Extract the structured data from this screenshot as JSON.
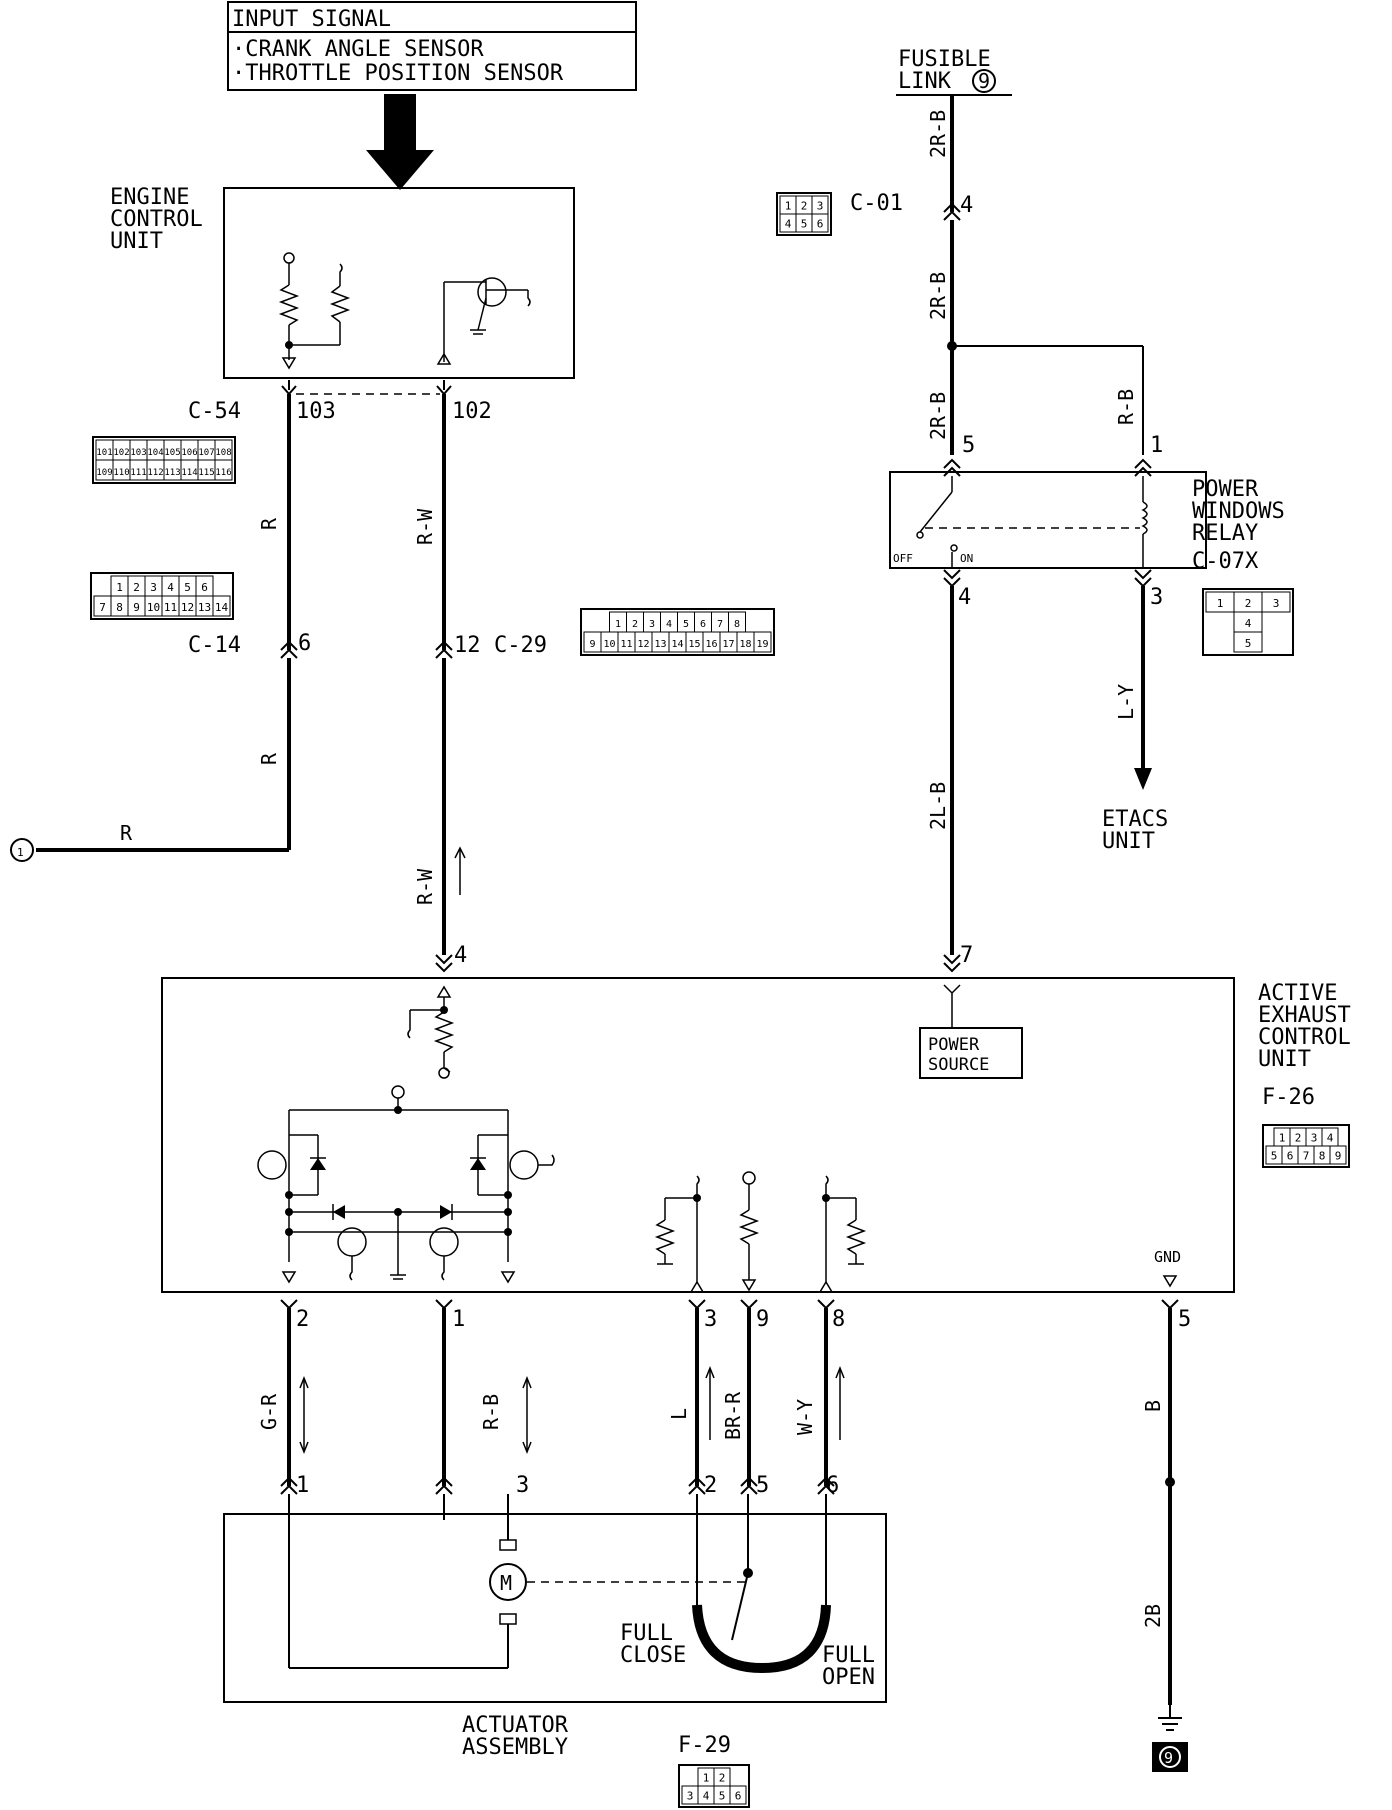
{
  "input_signal": {
    "title": "INPUT SIGNAL",
    "item1": "·CRANK ANGLE SENSOR",
    "item2": "·THROTTLE POSITION SENSOR"
  },
  "ecu": {
    "line1": "ENGINE",
    "line2": "CONTROL",
    "line3": "UNIT"
  },
  "fusible_link": {
    "line1": "FUSIBLE",
    "line2": "LINK",
    "number": "9"
  },
  "relay": {
    "line1": "POWER",
    "line2": "WINDOWS",
    "line3": "RELAY",
    "connector": "C-07X",
    "off": "OFF",
    "on": "ON"
  },
  "etacs": {
    "line1": "ETACS",
    "line2": "UNIT"
  },
  "aecu": {
    "line1": "ACTIVE",
    "line2": "EXHAUST",
    "line3": "CONTROL",
    "line4": "UNIT",
    "connector": "F-26",
    "power1": "POWER",
    "power2": "SOURCE",
    "gnd": "GND"
  },
  "actuator": {
    "line1": "ACTUATOR",
    "line2": "ASSEMBLY",
    "connector": "F-29",
    "full_close1": "FULL",
    "full_close2": "CLOSE",
    "full_open1": "FULL",
    "full_open2": "OPEN"
  },
  "connectors": {
    "c01": "C-01",
    "c54": "C-54",
    "c14": "C-14",
    "c29": "C-29",
    "c01_pins": [
      "1",
      "2",
      "3",
      "4",
      "5",
      "6"
    ],
    "c54_pins_top": [
      "101",
      "102",
      "103",
      "104",
      "105",
      "106",
      "107",
      "108"
    ],
    "c54_pins_bot": [
      "109",
      "110",
      "111",
      "112",
      "113",
      "114",
      "115",
      "116"
    ],
    "c14_pins_top": [
      "1",
      "2",
      "3",
      "4",
      "5",
      "6"
    ],
    "c14_pins_bot": [
      "7",
      "8",
      "9",
      "10",
      "11",
      "12",
      "13",
      "14"
    ],
    "c29_pins_top": [
      "1",
      "2",
      "3",
      "4",
      "5",
      "6",
      "7",
      "8"
    ],
    "c29_pins_bot": [
      "9",
      "10",
      "11",
      "12",
      "13",
      "14",
      "15",
      "16",
      "17",
      "18",
      "19"
    ],
    "c07x_pins": [
      "1",
      "2",
      "3",
      "4",
      "5"
    ],
    "f26_pins_top": [
      "1",
      "2",
      "3",
      "4"
    ],
    "f26_pins_bot": [
      "5",
      "6",
      "7",
      "8",
      "9"
    ],
    "f29_pins_top": [
      "1",
      "2"
    ],
    "f29_pins_bot": [
      "3",
      "4",
      "5",
      "6"
    ]
  },
  "wires": {
    "w_2rb_a": "2R-B",
    "w_2rb_b": "2R-B",
    "w_2rb_c": "2R-B",
    "w_rb_relay": "R-B",
    "w_r_a": "R",
    "w_r_b": "R",
    "w_r_c": "R",
    "w_rw_a": "R-W",
    "w_rw_b": "R-W",
    "w_2lb": "2L-B",
    "w_ly": "L-Y",
    "w_gr": "G-R",
    "w_rb2": "R-B",
    "w_l": "L",
    "w_brr": "BR-R",
    "w_wy": "W-Y",
    "w_b": "B",
    "w_2b": "2B"
  },
  "pins": {
    "p103": "103",
    "p102": "102",
    "p6": "6",
    "p12": "12",
    "p_fl4": "4",
    "p_r5": "5",
    "p_r1": "1",
    "p_r4": "4",
    "p_r3": "3",
    "p_a4": "4",
    "p_a7": "7",
    "p_a2": "2",
    "p_a1": "1",
    "p_a3": "3",
    "p_a9": "9",
    "p_a8": "8",
    "p_a5": "5",
    "p_b1": "1",
    "p_b3": "3",
    "p_b2": "2",
    "p_b5": "5",
    "p_b6": "6"
  },
  "ref_circle": "1",
  "motor": "M",
  "ground_ref": "9"
}
